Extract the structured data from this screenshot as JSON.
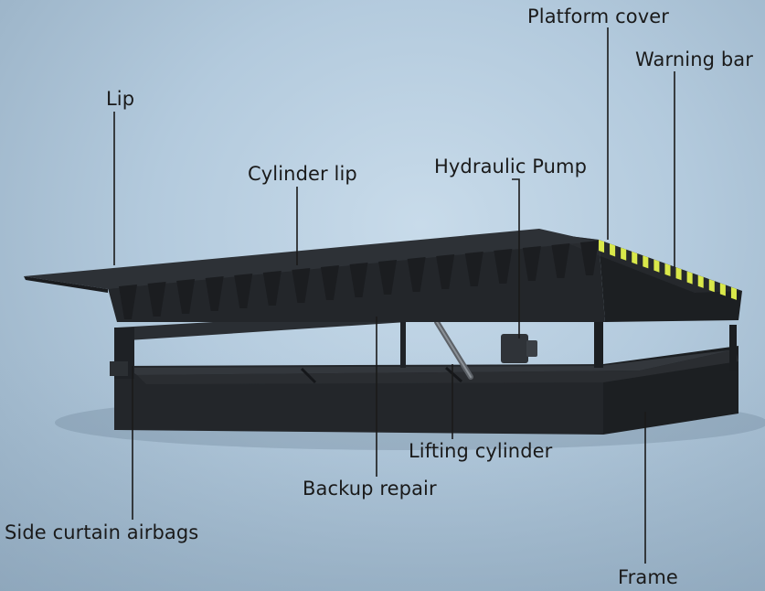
{
  "labels": {
    "platform_cover": "Platform cover",
    "warning_bar": "Warning bar",
    "lip": "Lip",
    "cylinder_lip": "Cylinder lip",
    "hydraulic_pump": "Hydraulic Pump",
    "lifting_cylinder": "Lifting cylinder",
    "backup_repair": "Backup repair",
    "side_curtain_airbags": "Side curtain airbags",
    "frame": "Frame"
  },
  "colors": {
    "background": "#b3cadd",
    "machine": "#25282c",
    "warning_yellow": "#d9e84a",
    "label_text": "#1a1a1a",
    "leader_line": "#1a1a1a"
  }
}
